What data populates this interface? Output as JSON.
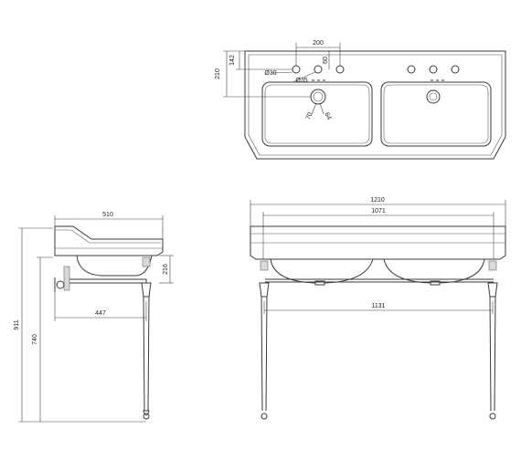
{
  "plan_view": {
    "dim_tap_spacing": "200",
    "dim_depth_total": "210",
    "dim_depth_tap": "142",
    "dim_tap_offset": "60",
    "dim_hole_small": "Ø30",
    "dim_hole_large": "Ø35",
    "dim_waste_70": "70",
    "dim_waste_64": "64"
  },
  "side_view": {
    "dim_depth": "510",
    "dim_bowl_height": "216",
    "dim_leg_reach": "447",
    "dim_total_height": "911",
    "dim_rim_height": "740"
  },
  "front_view": {
    "dim_width": "1210",
    "dim_inner_width": "1071",
    "dim_leg_span": "1131"
  }
}
